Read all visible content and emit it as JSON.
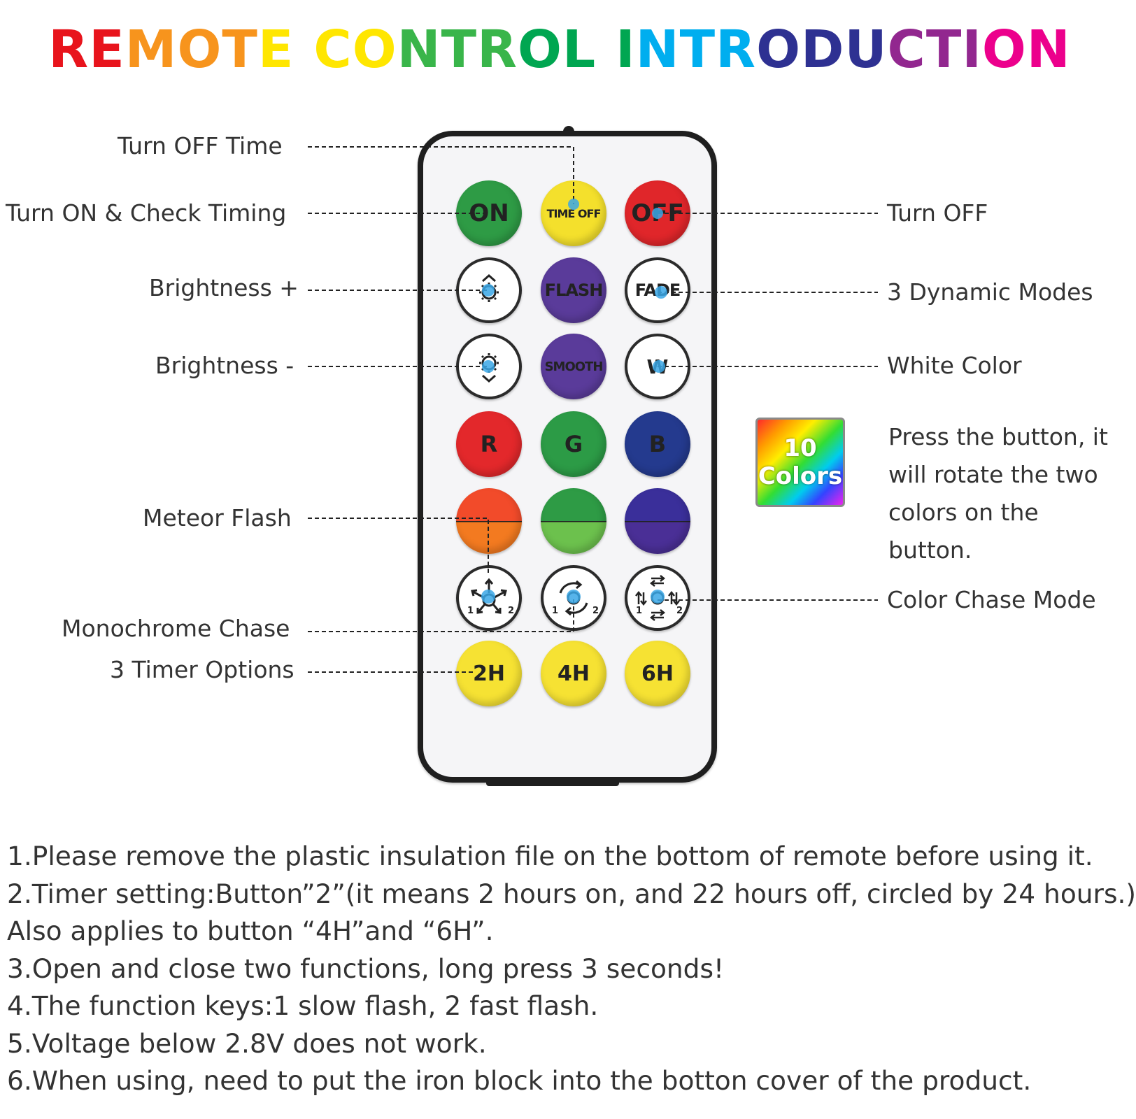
{
  "title": {
    "words": [
      "REMOTE",
      "CONTROL",
      "INTRODUCTION"
    ],
    "gradient": [
      "#e8141c",
      "#f7941d",
      "#ffe600",
      "#39b54a",
      "#00a651",
      "#00aeef",
      "#2e3192",
      "#92278f",
      "#ec008c"
    ]
  },
  "callouts": {
    "turn_off_time": "Turn OFF Time",
    "turn_on_check": "Turn ON & Check Timing",
    "brightness_plus": "Brightness +",
    "brightness_minus": "Brightness -",
    "meteor_flash": "Meteor Flash",
    "monochrome_chase": "Monochrome Chase",
    "timer_options": "3 Timer Options",
    "turn_off": "Turn OFF",
    "dynamic_modes": "3 Dynamic Modes",
    "white_color": "White Color",
    "color_chase": "Color Chase Mode"
  },
  "buttons": {
    "on": "ON",
    "time_off": "TIME OFF",
    "off": "OFF",
    "flash": "FLASH",
    "fade": "FADE",
    "smooth": "SMOOTH",
    "white": "W",
    "red": "R",
    "green": "G",
    "blue": "B",
    "timer_2h": "2H",
    "timer_4h": "4H",
    "timer_6h": "6H",
    "chase_num_1": "1",
    "chase_num_2": "2"
  },
  "button_colors": {
    "on": "#2e9b45",
    "time_off": "#f4e02c",
    "off": "#e0262a",
    "flash": "#5a3b9a",
    "smooth": "#5a3b9a",
    "red": "#e3282b",
    "green": "#2c9b46",
    "blue": "#243a8e",
    "split_left_top": "#f24b2a",
    "split_left_bottom": "#f37a20",
    "split_mid_top": "#2e9b45",
    "split_mid_bottom": "#6cc14d",
    "split_right_top": "#3a2f9a",
    "split_right_bottom": "#4a2f96",
    "timer": "#f6e233"
  },
  "icons": {
    "brightness_up": "sun-arrow-up-icon",
    "brightness_down": "sun-arrow-down-icon",
    "meteor": "arrows-out-icon",
    "monochrome": "circular-arrows-icon",
    "color_chase": "swap-arrows-icon"
  },
  "colors_badge": {
    "number": "10",
    "label": "Colors"
  },
  "note": {
    "lines": [
      "Press the button, it",
      "will rotate the two",
      "colors on the button."
    ]
  },
  "instructions": [
    "1.Please remove the plastic insulation file on the bottom of remote before using it.",
    "2.Timer setting:Button”2”(it means 2 hours on, and 22 hours off, circled by 24 hours.)",
    "Also applies to button “4H”and “6H”.",
    "3.Open and close two functions, long press 3 seconds!",
    "4.The function keys:1 slow flash, 2 fast flash.",
    "5.Voltage below 2.8V does not work.",
    "6.When using, need to put the iron block into the botton cover of the product."
  ]
}
